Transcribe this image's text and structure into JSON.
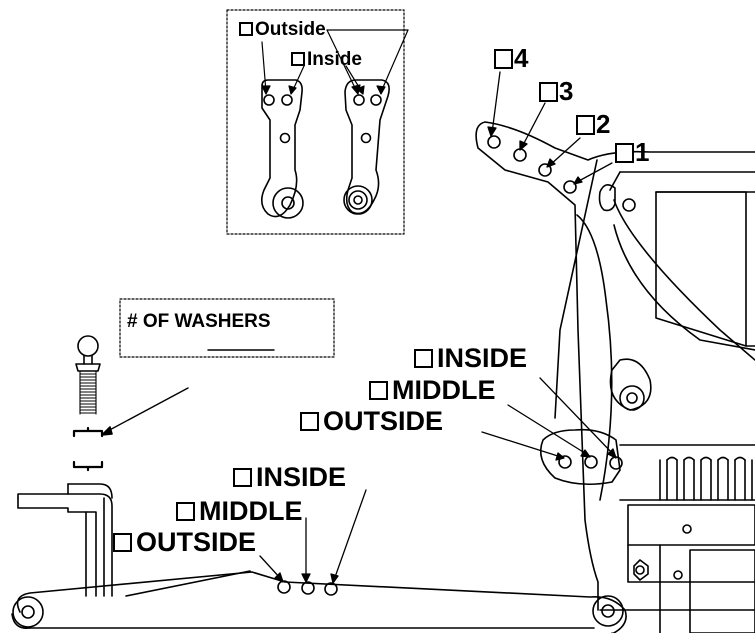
{
  "inset": {
    "outside_label": "Outside",
    "inside_label": "Inside"
  },
  "upper_arm": {
    "inside_label": "INSIDE",
    "middle_label": "MIDDLE",
    "outside_label": "OUTSIDE"
  },
  "lower_arm": {
    "inside_label": "INSIDE",
    "middle_label": "MIDDLE",
    "outside_label": "OUTSIDE"
  },
  "tower_holes": [
    "4",
    "3",
    "2",
    "1"
  ],
  "washers": {
    "label": "# OF WASHERS"
  },
  "colors": {
    "line": "#000000",
    "background": "#ffffff"
  }
}
